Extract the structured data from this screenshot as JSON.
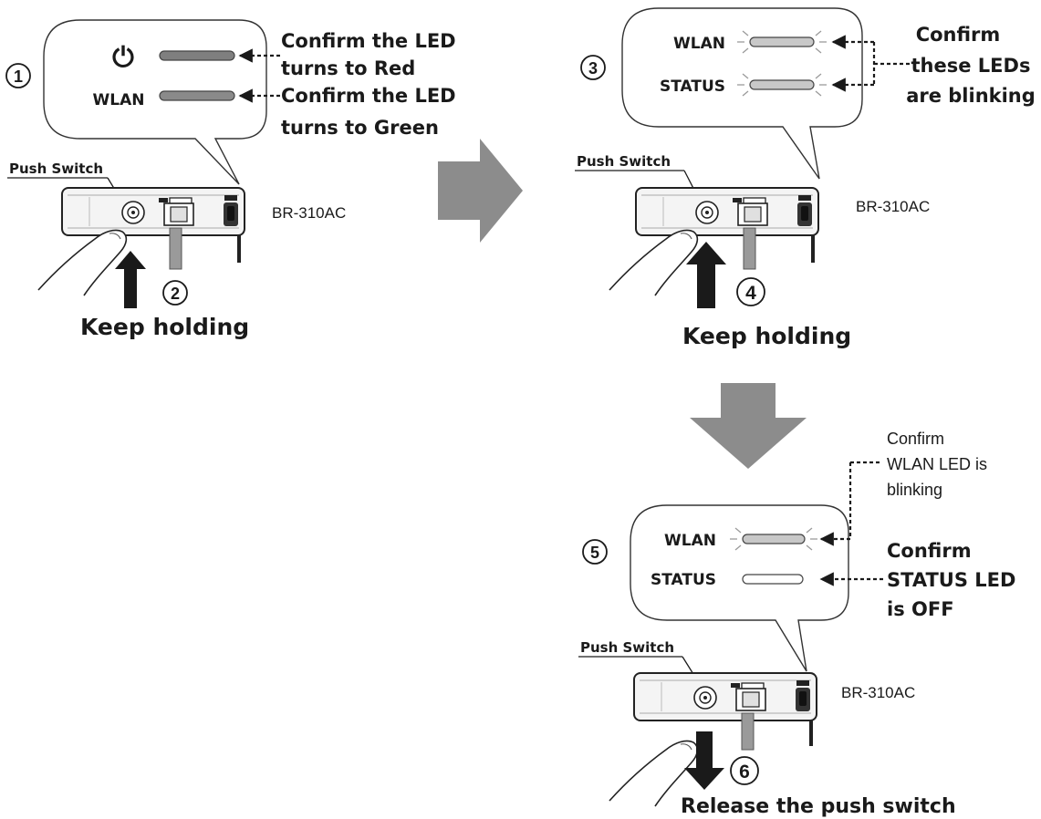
{
  "colors": {
    "led_red_gray": "#7f7f7f",
    "led_green_gray": "#8a8a8a",
    "led_blink": "#c8c8c8",
    "flow_arrow": "#8c8c8c",
    "push_arrow": "#1a1a1a"
  },
  "icons": [
    "power-icon",
    "finger-icon",
    "flow-arrow-right",
    "flow-arrow-down",
    "push-up-arrow",
    "release-down-arrow"
  ],
  "step1": {
    "number": "1",
    "power_label": "⏻",
    "wlan_label": "WLAN",
    "note_red_line1": "Confirm the LED",
    "note_red_line2": "turns to Red",
    "note_green_line1": "Confirm the LED",
    "note_green_line2": "turns to Green",
    "push_switch_label": "Push Switch",
    "model": "BR-310AC",
    "hold_step": "2",
    "hold_text": "Keep holding"
  },
  "step3": {
    "number": "3",
    "wlan_label": "WLAN",
    "status_label": "STATUS",
    "note_line1": "Confirm",
    "note_line2": "these LEDs",
    "note_line3": "are blinking",
    "push_switch_label": "Push Switch",
    "model": "BR-310AC",
    "hold_step": "4",
    "hold_text": "Keep holding"
  },
  "step5": {
    "number": "5",
    "wlan_label": "WLAN",
    "status_label": "STATUS",
    "note_wlan_line1": "Confirm",
    "note_wlan_line2": "WLAN LED is",
    "note_wlan_line3": "blinking",
    "note_status_line1": "Confirm",
    "note_status_line2": "STATUS LED",
    "note_status_line3": "is OFF",
    "push_switch_label": "Push Switch",
    "model": "BR-310AC",
    "release_step": "6",
    "release_text": "Release the push switch"
  }
}
